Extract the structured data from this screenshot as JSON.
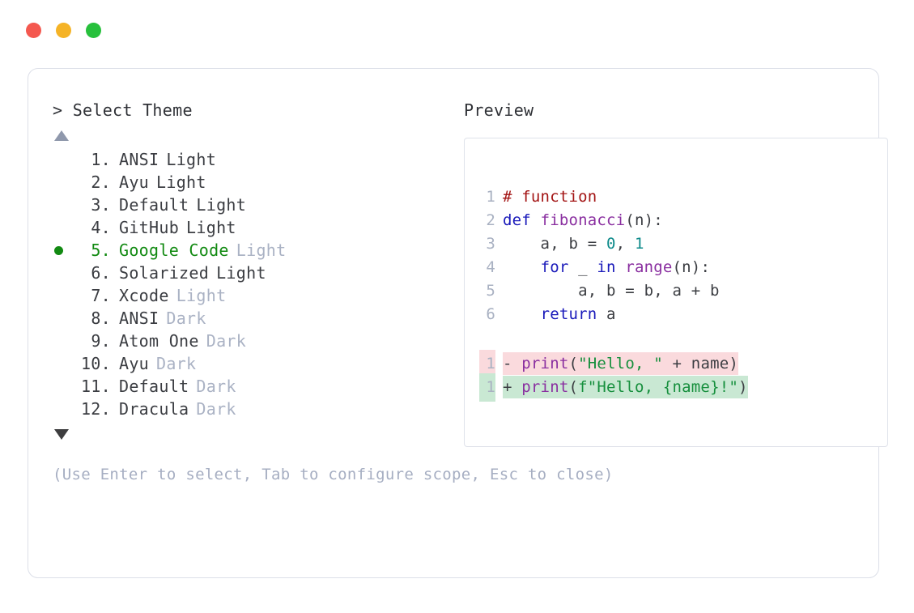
{
  "window": {
    "traffic_lights": [
      {
        "name": "close",
        "color": "#f4584f"
      },
      {
        "name": "minimize",
        "color": "#f5b326"
      },
      {
        "name": "maximize",
        "color": "#27c03c"
      }
    ]
  },
  "picker": {
    "prompt_symbol": ">",
    "prompt_label": "Select Theme",
    "scroll_up_icon": "triangle-up",
    "scroll_down_icon": "triangle-down",
    "selected_index": 5,
    "selection_bullet": "●",
    "accent_color": "#128a12",
    "muted_color": "#aab2c4",
    "items": [
      {
        "index": "1.",
        "name": "ANSI",
        "variant": "Light",
        "variant_muted": false,
        "selected": false
      },
      {
        "index": "2.",
        "name": "Ayu",
        "variant": "Light",
        "variant_muted": false,
        "selected": false
      },
      {
        "index": "3.",
        "name": "Default",
        "variant": "Light",
        "variant_muted": false,
        "selected": false
      },
      {
        "index": "4.",
        "name": "GitHub",
        "variant": "Light",
        "variant_muted": false,
        "selected": false
      },
      {
        "index": "5.",
        "name": "Google Code",
        "variant": "Light",
        "variant_muted": true,
        "selected": true
      },
      {
        "index": "6.",
        "name": "Solarized",
        "variant": "Light",
        "variant_muted": false,
        "selected": false
      },
      {
        "index": "7.",
        "name": "Xcode",
        "variant": "Light",
        "variant_muted": true,
        "selected": false
      },
      {
        "index": "8.",
        "name": "ANSI",
        "variant": "Dark",
        "variant_muted": true,
        "selected": false
      },
      {
        "index": "9.",
        "name": "Atom One",
        "variant": "Dark",
        "variant_muted": true,
        "selected": false
      },
      {
        "index": "10.",
        "name": "Ayu",
        "variant": "Dark",
        "variant_muted": true,
        "selected": false
      },
      {
        "index": "11.",
        "name": "Default",
        "variant": "Dark",
        "variant_muted": true,
        "selected": false
      },
      {
        "index": "12.",
        "name": "Dracula",
        "variant": "Dark",
        "variant_muted": true,
        "selected": false
      }
    ],
    "hint": "(Use Enter to select, Tab to configure scope, Esc to close)"
  },
  "preview": {
    "label": "Preview",
    "code_lines": [
      {
        "num": "1",
        "tokens": [
          {
            "t": "# function",
            "c": "tok-comment"
          }
        ]
      },
      {
        "num": "2",
        "tokens": [
          {
            "t": "def ",
            "c": "tok-kw"
          },
          {
            "t": "fibonacci",
            "c": "tok-fn"
          },
          {
            "t": "(n):",
            "c": "tok-plain"
          }
        ]
      },
      {
        "num": "3",
        "tokens": [
          {
            "t": "    a, b = ",
            "c": "tok-plain"
          },
          {
            "t": "0",
            "c": "tok-num"
          },
          {
            "t": ", ",
            "c": "tok-plain"
          },
          {
            "t": "1",
            "c": "tok-num"
          }
        ]
      },
      {
        "num": "4",
        "tokens": [
          {
            "t": "    ",
            "c": "tok-plain"
          },
          {
            "t": "for",
            "c": "tok-kw"
          },
          {
            "t": " _ ",
            "c": "tok-plain"
          },
          {
            "t": "in",
            "c": "tok-kw"
          },
          {
            "t": " ",
            "c": "tok-plain"
          },
          {
            "t": "range",
            "c": "tok-fn"
          },
          {
            "t": "(n):",
            "c": "tok-plain"
          }
        ]
      },
      {
        "num": "5",
        "tokens": [
          {
            "t": "        a, b = b, a + b",
            "c": "tok-plain"
          }
        ]
      },
      {
        "num": "6",
        "tokens": [
          {
            "t": "    ",
            "c": "tok-plain"
          },
          {
            "t": "return",
            "c": "tok-kw"
          },
          {
            "t": " a",
            "c": "tok-plain"
          }
        ]
      }
    ],
    "diff_lines": [
      {
        "num": "1",
        "kind": "del",
        "marker": "-",
        "bg": "#fadadd",
        "tokens": [
          {
            "t": "print",
            "c": "tok-fn"
          },
          {
            "t": "(",
            "c": "tok-plain"
          },
          {
            "t": "\"Hello, \"",
            "c": "tok-str"
          },
          {
            "t": " + name)",
            "c": "tok-plain"
          }
        ]
      },
      {
        "num": "1",
        "kind": "add",
        "marker": "+",
        "bg": "#c9e8d3",
        "tokens": [
          {
            "t": "print",
            "c": "tok-fn"
          },
          {
            "t": "(",
            "c": "tok-plain"
          },
          {
            "t": "f\"Hello, {name}!\"",
            "c": "tok-str"
          },
          {
            "t": ")",
            "c": "tok-plain"
          }
        ]
      }
    ]
  }
}
